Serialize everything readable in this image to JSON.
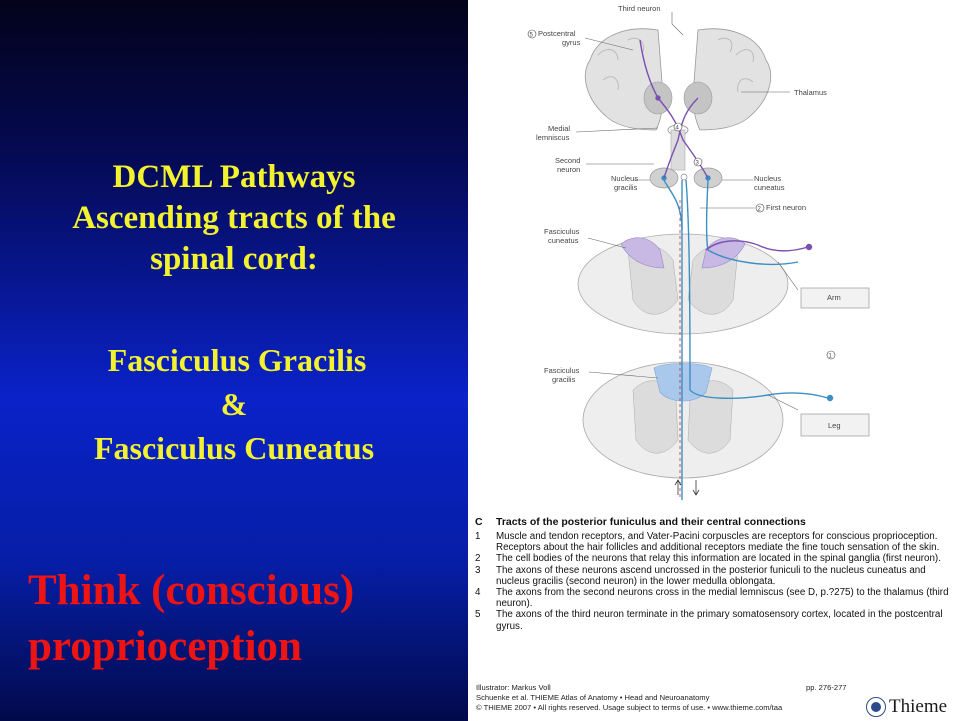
{
  "slide": {
    "title_lines": [
      "DCML Pathways",
      "Ascending tracts of the",
      "spinal cord:"
    ],
    "tract_lines": [
      "Fasciculus Gracilis",
      "&",
      "Fasciculus Cuneatus"
    ],
    "emphasis_lines": [
      "Think (conscious)",
      "proprioception"
    ]
  },
  "figure": {
    "labels": {
      "third_neuron": "Third neuron",
      "postcentral_num": "5",
      "postcentral": "Postcentral",
      "gyrus": "gyrus",
      "thalamus": "Thalamus",
      "medial": "Medial",
      "lemniscus": "lemniscus",
      "num4": "4",
      "second": "Second",
      "neuron": "neuron",
      "num3": "3",
      "nucleus_g": "Nucleus",
      "gracilis_g": "gracilis",
      "nucleus_c": "Nucleus",
      "cuneatus_c": "cuneatus",
      "num2": "2",
      "first_neuron": "First neuron",
      "fasc_cun_1": "Fasciculus",
      "fasc_cun_2": "cuneatus",
      "arm": "Arm",
      "num1": "1",
      "fasc_gra_1": "Fasciculus",
      "fasc_gra_2": "gracilis",
      "leg": "Leg"
    },
    "colors": {
      "first_neuron": "#3b8fc4",
      "second_neuron": "#7b4fb0",
      "cuneatus_fill": "#c8b8e4",
      "gracilis_fill": "#aac8ec",
      "grey_tissue": "#dcdcdc"
    }
  },
  "caption": {
    "letter": "C",
    "title": "Tracts of the posterior funiculus and their central connections",
    "items": [
      {
        "num": "1",
        "text": "Muscle and tendon receptors, and Vater-Pacini corpuscles are receptors for conscious proprioception. Receptors about the hair follicles and additional receptors mediate the fine touch sensation of the skin."
      },
      {
        "num": "2",
        "text": "The cell bodies of the neurons that relay this information are located in the spinal ganglia (first neuron)."
      },
      {
        "num": "3",
        "text": "The axons of these neurons ascend uncrossed in the posterior funiculi to the nucleus cuneatus and nucleus gracilis (second neuron) in the lower medulla oblongata."
      },
      {
        "num": "4",
        "text": "The axons from the second neurons cross in the medial lemniscus (see D, p.?275) to the thalamus (third neuron)."
      },
      {
        "num": "5",
        "text": "The axons of the third neuron terminate in the primary somatosensory cortex, located in the postcentral gyrus."
      }
    ]
  },
  "credits": {
    "illustrator": "Illustrator: Markus Voll",
    "pages": "pp. 276-277",
    "book": "Schuenke et al. THIEME Atlas of Anatomy • Head and Neuroanatomy",
    "copyright": "© THIEME 2007 • All rights reserved. Usage subject to terms of use. • www.thieme.com/taa",
    "logo": "Thieme"
  }
}
